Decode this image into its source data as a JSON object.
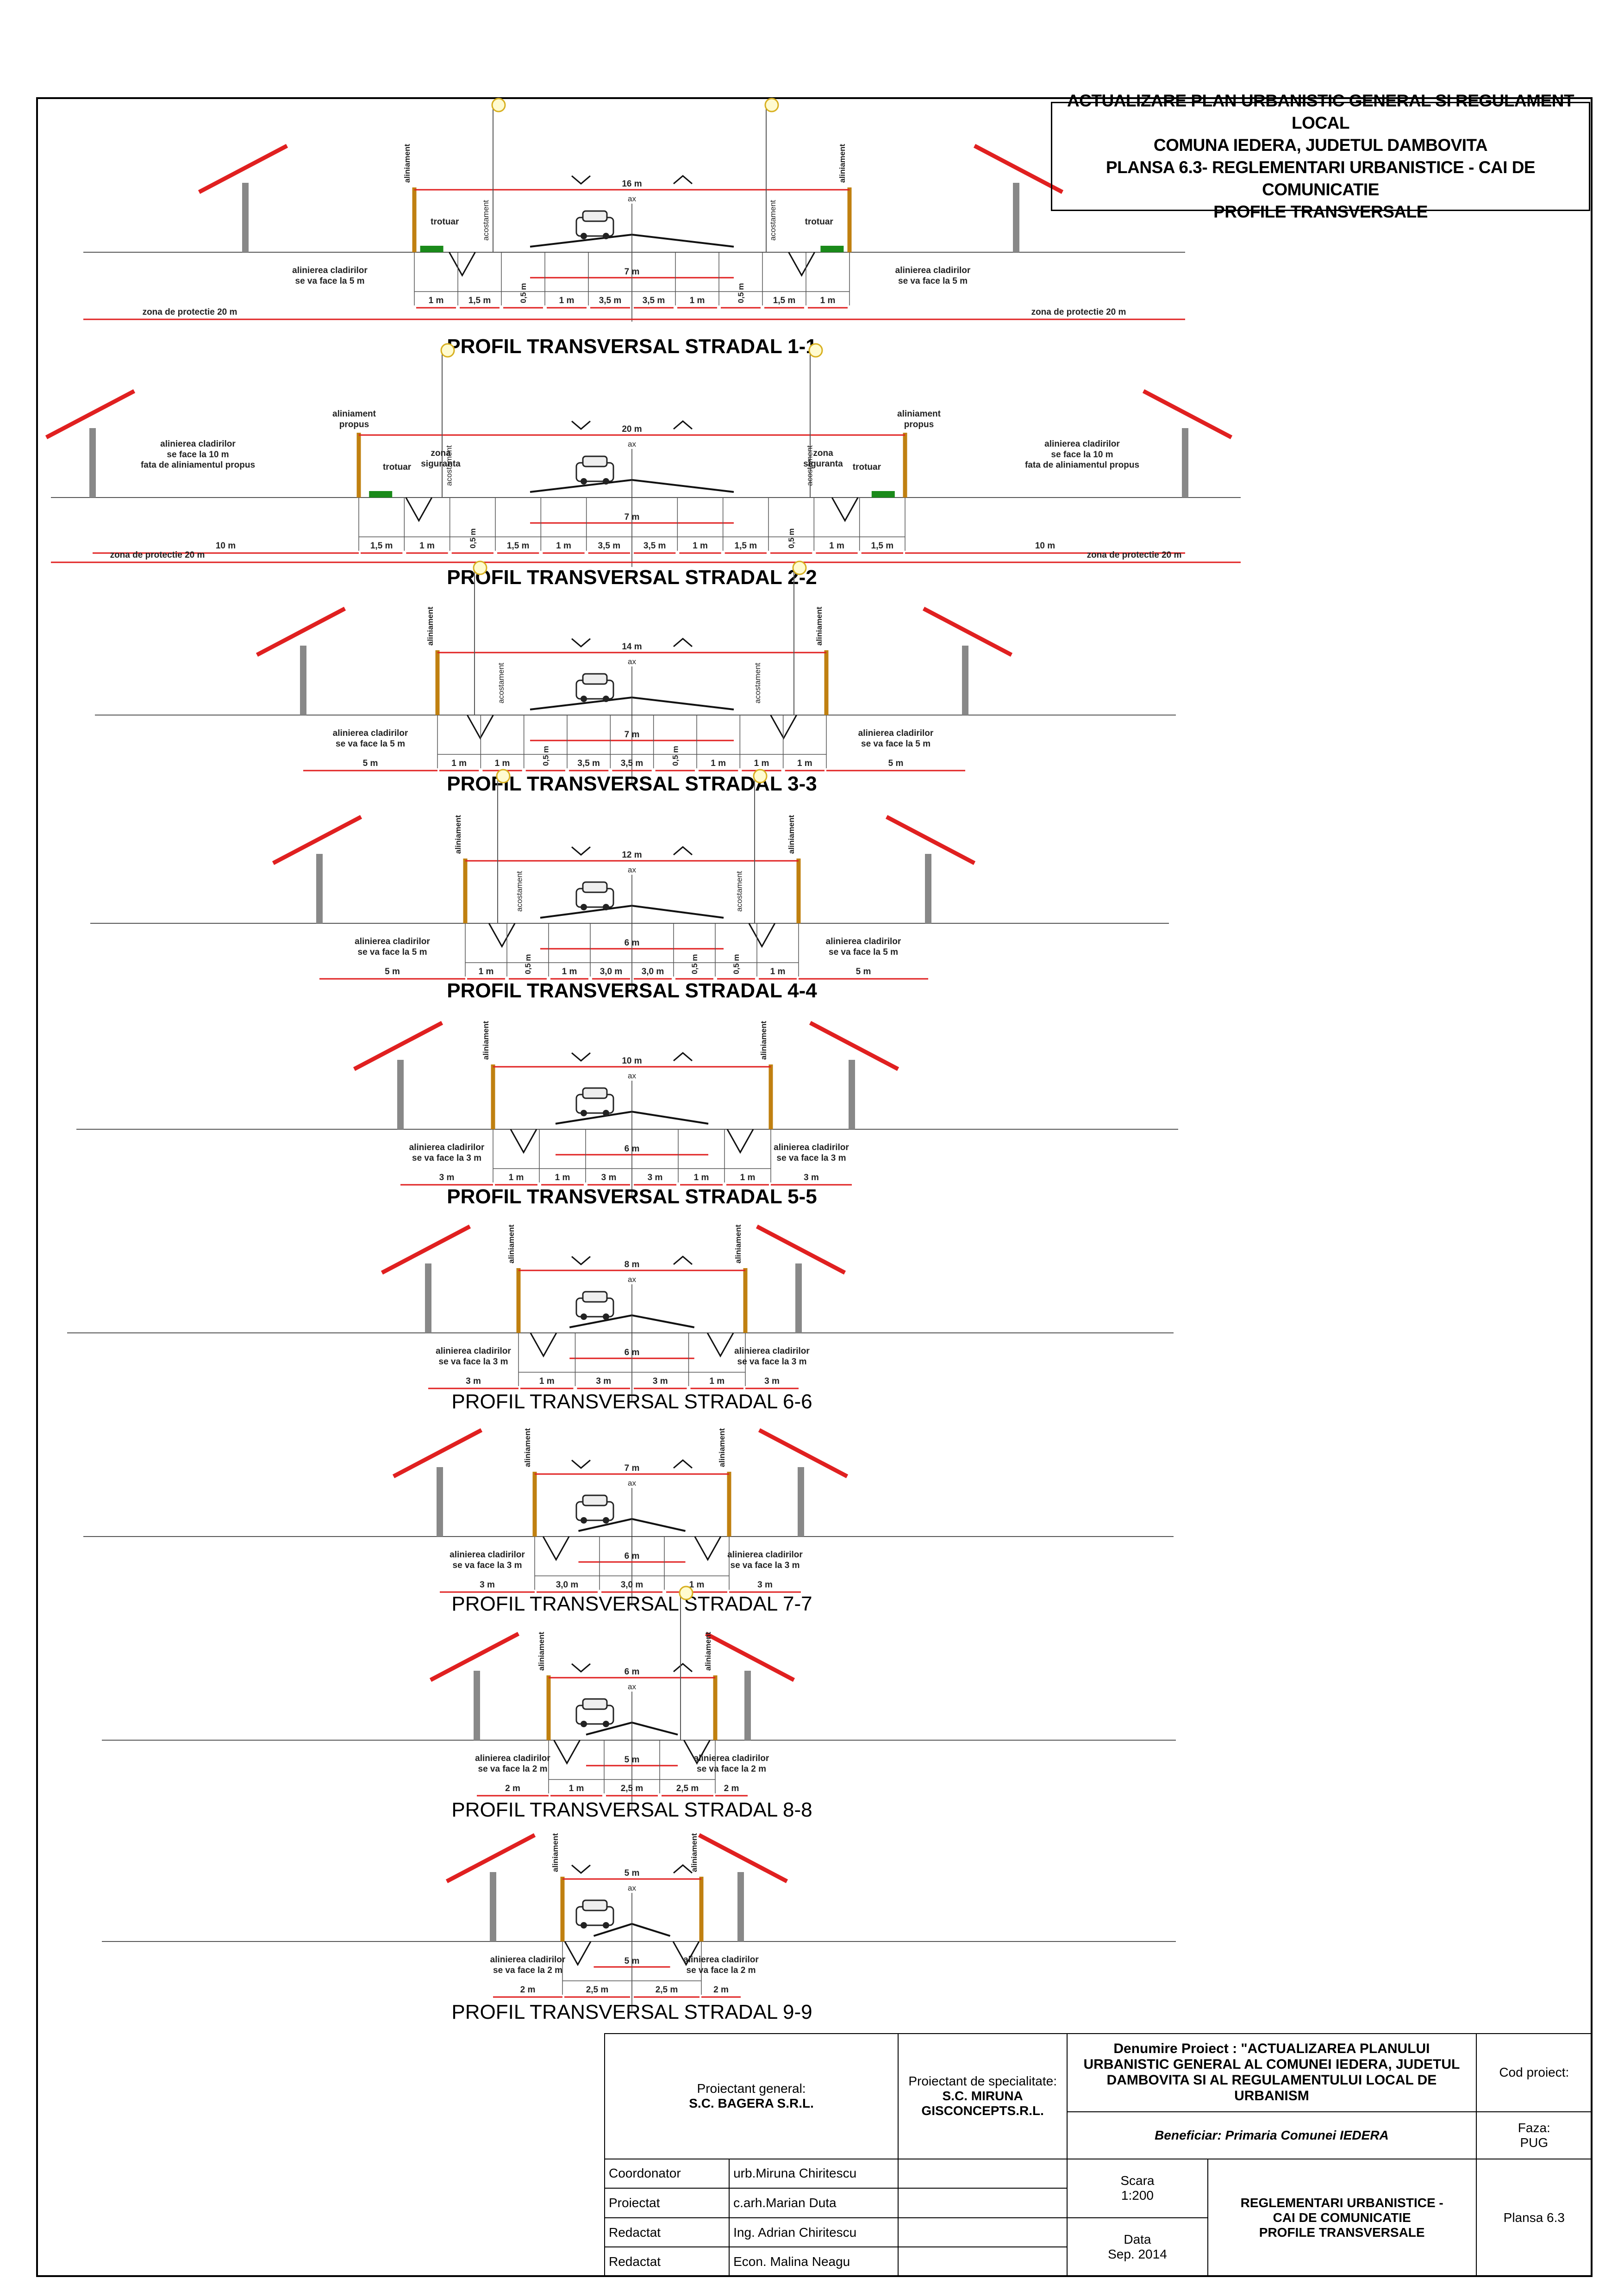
{
  "header": {
    "line1": "ACTUALIZARE PLAN URBANISTIC GENERAL SI REGULAMENT LOCAL",
    "line2": "COMUNA IEDERA,  JUDETUL  DAMBOVITA",
    "line3": "PLANSA 6.3- REGLEMENTARI URBANISTICE - CAI DE COMUNICATIE",
    "line4": "PROFILE TRANSVERSALE"
  },
  "labels": {
    "aliniament": "aliniament",
    "aliniament_propus": "aliniament\npropus",
    "acostament": "acostament",
    "trotuar": "trotuar",
    "zona_siguranta": "zona\nsiguranta",
    "ax": "ax"
  },
  "profiles": [
    {
      "title": "PROFIL TRANSVERSAL STRADAL 1-1",
      "total": "16 m",
      "carriage": "7 m",
      "left_note": "alinierea cladirilor\nse va face la 5 m",
      "right_note": "alinierea cladirilor\nse va face la 5 m",
      "zone_left": "zona de protectie 20 m",
      "zone_right": "zona de protectie 20 m",
      "segments": [
        "1 m",
        "1,5 m",
        "0,5 m",
        "1 m",
        "3,5 m",
        "3,5 m",
        "1 m",
        "0,5 m",
        "1,5 m",
        "1 m"
      ],
      "sidewalk": "trotuar"
    },
    {
      "title": "PROFIL TRANSVERSAL STRADAL 2-2",
      "total": "20 m",
      "carriage": "7 m",
      "left_note": "alinierea cladirilor\nse face la 10 m\nfata de aliniamentul propus",
      "right_note": "alinierea cladirilor\nse face la 10 m\nfata de aliniamentul propus",
      "zone_left": "zona de protectie 20 m",
      "zone_right": "zona de protectie 20 m",
      "side_left": "10 m",
      "side_right": "10 m",
      "segments": [
        "1,5 m",
        "1 m",
        "0,5 m",
        "1,5 m",
        "1 m",
        "3,5 m",
        "3,5 m",
        "1 m",
        "1,5 m",
        "0,5 m",
        "1 m",
        "1,5 m"
      ],
      "sidewalk": "trotuar"
    },
    {
      "title": "PROFIL TRANSVERSAL STRADAL 3-3",
      "total": "14 m",
      "carriage": "7 m",
      "left_note": "alinierea cladirilor\nse va face la 5 m",
      "right_note": "alinierea cladirilor\nse va face la 5 m",
      "side_left": "5 m",
      "side_right": "5 m",
      "segments": [
        "1 m",
        "1 m",
        "0,5 m",
        "3,5 m",
        "3,5 m",
        "0,5 m",
        "1 m",
        "1 m",
        "1 m"
      ]
    },
    {
      "title": "PROFIL TRANSVERSAL STRADAL 4-4",
      "total": "12 m",
      "carriage": "6 m",
      "left_note": "alinierea cladirilor\nse va face la 5 m",
      "right_note": "alinierea cladirilor\nse va face la 5 m",
      "side_left": "5 m",
      "side_right": "5 m",
      "segments": [
        "1 m",
        "0,5 m",
        "1 m",
        "3,0 m",
        "3,0 m",
        "0,5 m",
        "0,5 m",
        "1 m"
      ]
    },
    {
      "title": "PROFIL TRANSVERSAL STRADAL 5-5",
      "total": "10 m",
      "carriage": "6 m",
      "left_note": "alinierea cladirilor\nse va face la 3 m",
      "right_note": "alinierea cladirilor\nse va face la 3 m",
      "side_left": "3 m",
      "side_right": "3 m",
      "segments": [
        "1 m",
        "1 m",
        "3 m",
        "3 m",
        "1 m",
        "1 m"
      ]
    },
    {
      "title": "PROFIL TRANSVERSAL STRADAL 6-6",
      "total": "8 m",
      "carriage": "6 m",
      "left_note": "alinierea cladirilor\nse va face la 3 m",
      "right_note": "alinierea cladirilor\nse va face la 3 m",
      "side_left": "3 m",
      "side_right": "3 m",
      "segments": [
        "1 m",
        "3 m",
        "3 m",
        "1 m"
      ]
    },
    {
      "title": "PROFIL TRANSVERSAL STRADAL 7-7",
      "total": "7 m",
      "carriage": "6 m",
      "left_note": "alinierea cladirilor\nse va face la 3 m",
      "right_note": "alinierea cladirilor\nse va face la 3 m",
      "side_left": "3 m",
      "side_right": "3 m",
      "segments": [
        "3,0 m",
        "3,0 m",
        "1 m"
      ]
    },
    {
      "title": "PROFIL TRANSVERSAL STRADAL 8-8",
      "total": "6 m",
      "carriage": "5 m",
      "left_note": "alinierea cladirilor\nse va face la 2 m",
      "right_note": "alinierea cladirilor\nse va face la 2 m",
      "side_left": "2 m",
      "side_right": "2 m",
      "segments": [
        "1 m",
        "2,5 m",
        "2,5 m"
      ]
    },
    {
      "title": "PROFIL TRANSVERSAL STRADAL 9-9",
      "total": "5 m",
      "carriage": "5 m",
      "left_note": "alinierea cladirilor\nse va face la 2 m",
      "right_note": "alinierea cladirilor\nse va face la 2 m",
      "side_left": "2 m",
      "side_right": "2 m",
      "segments": [
        "2,5 m",
        "2,5 m"
      ]
    }
  ],
  "cartouche": {
    "proiectant_general_label": "Proiectant general:",
    "proiectant_general": "S.C. BAGERA S.R.L.",
    "proiectant_spec_label": "Proiectant de specialitate:",
    "proiectant_spec": "S.C. MIRUNA\nGISCONCEPTS.R.L.",
    "denumire": "Denumire Proiect : \"ACTUALIZAREA PLANULUI URBANISTIC GENERAL AL COMUNEI IEDERA, JUDETUL DAMBOVITA SI AL REGULAMENTULUI LOCAL DE URBANISM",
    "cod_label": "Cod proiect:",
    "beneficiar": "Beneficiar: Primaria Comunei IEDERA",
    "faza_label": "Faza:",
    "faza": "PUG",
    "rows": [
      {
        "role": "Coordonator",
        "name": "urb.Miruna Chiritescu"
      },
      {
        "role": "Proiectat",
        "name": "c.arh.Marian Duta"
      },
      {
        "role": "Redactat",
        "name": "Ing. Adrian Chiritescu"
      },
      {
        "role": "Redactat",
        "name": "Econ. Malina Neagu"
      }
    ],
    "scara_label": "Scara",
    "scara": "1:200",
    "data_label": "Data",
    "data": "Sep. 2014",
    "plansa_title": "REGLEMENTARI URBANISTICE -\nCAI DE COMUNICATIE\nPROFILE TRANSVERSALE",
    "plansa": "Plansa 6.3"
  }
}
